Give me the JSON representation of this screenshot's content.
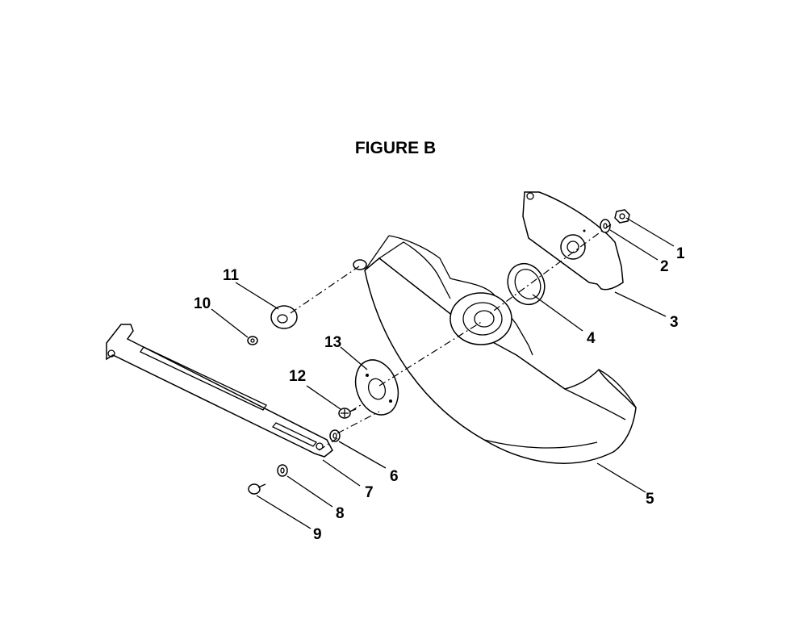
{
  "figure_title": "FIGURE B",
  "callouts": [
    {
      "id": "1",
      "label": "1"
    },
    {
      "id": "2",
      "label": "2"
    },
    {
      "id": "3",
      "label": "3"
    },
    {
      "id": "4",
      "label": "4"
    },
    {
      "id": "5",
      "label": "5"
    },
    {
      "id": "6",
      "label": "6"
    },
    {
      "id": "7",
      "label": "7"
    },
    {
      "id": "8",
      "label": "8"
    },
    {
      "id": "9",
      "label": "9"
    },
    {
      "id": "10",
      "label": "10"
    },
    {
      "id": "11",
      "label": "11"
    },
    {
      "id": "12",
      "label": "12"
    },
    {
      "id": "13",
      "label": "13"
    }
  ]
}
